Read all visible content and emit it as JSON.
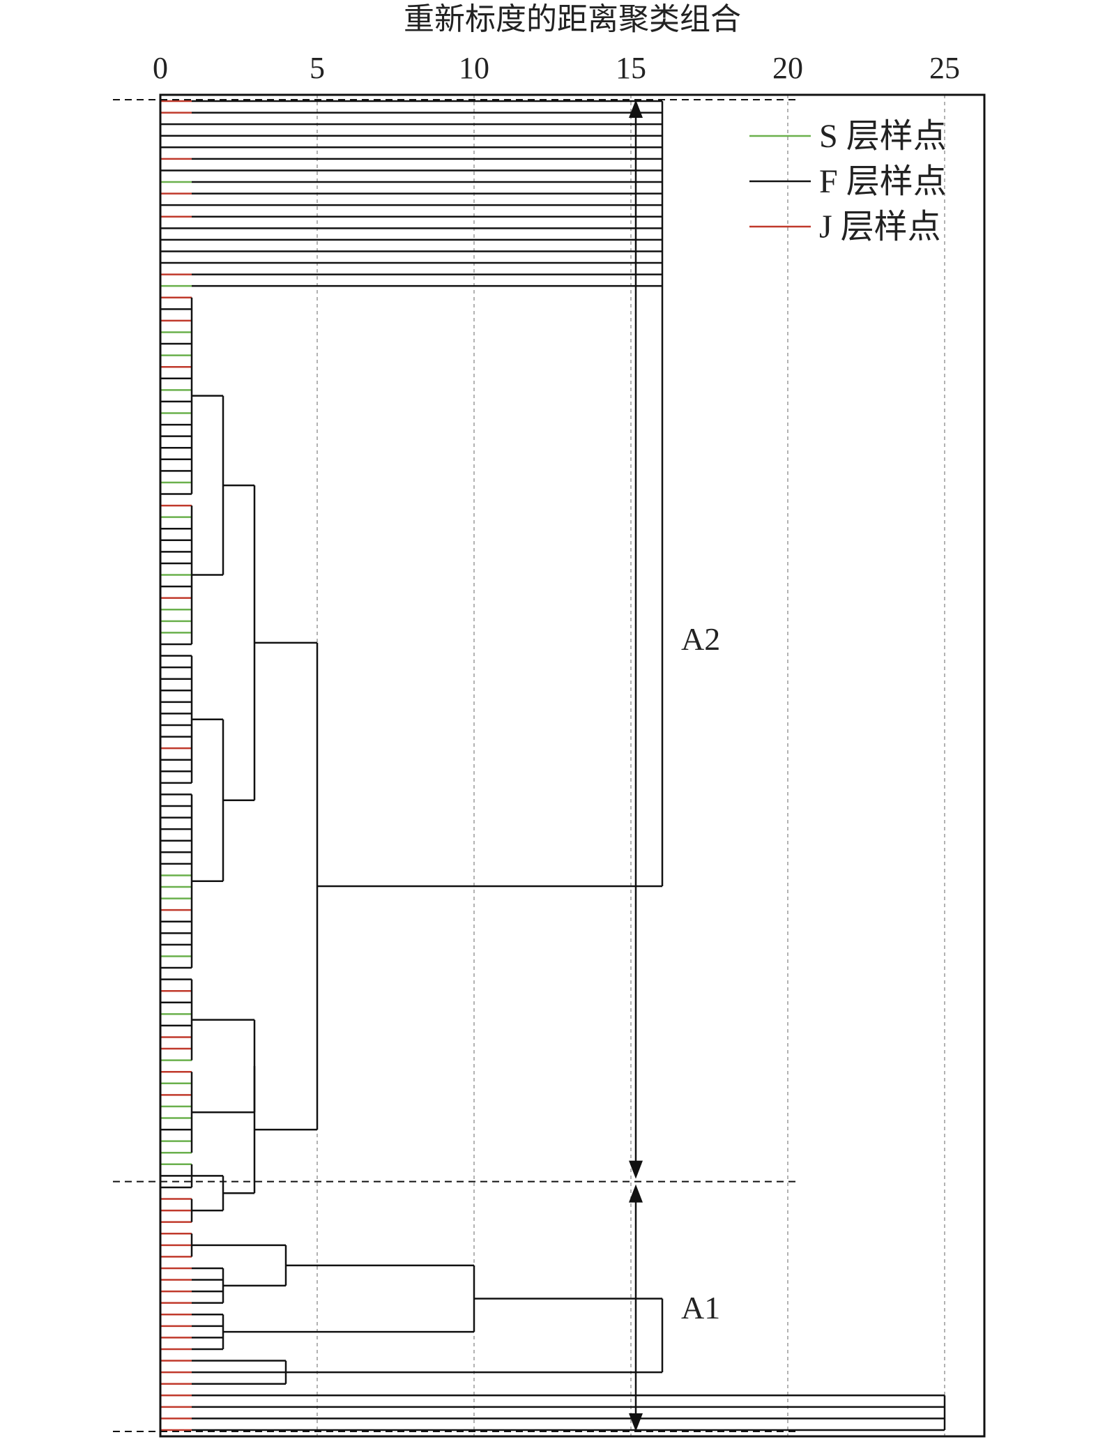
{
  "chart_data": {
    "type": "dendrogram",
    "title": "重新标度的距离聚类组合",
    "xlabel": "",
    "ylabel": "",
    "xlim": [
      0,
      25
    ],
    "x_ticks": [
      {
        "value": 0,
        "label": "0"
      },
      {
        "value": 5,
        "label": "5"
      },
      {
        "value": 10,
        "label": "10"
      },
      {
        "value": 15,
        "label": "15"
      },
      {
        "value": 20,
        "label": "20"
      },
      {
        "value": 25,
        "label": "25"
      }
    ],
    "grid": "vertical dashed at each tick",
    "legend_position": "top-right",
    "colors": {
      "S": "#6ab04c",
      "F": "#111111",
      "J": "#c0392b"
    },
    "legend": [
      {
        "key": "S",
        "label": "S 层样点",
        "color": "#6ab04c"
      },
      {
        "key": "F",
        "label": "F 层样点",
        "color": "#111111"
      },
      {
        "key": "J",
        "label": "J 层样点",
        "color": "#c0392b"
      }
    ],
    "groups": [
      {
        "label": "A2",
        "leaf_count": 94
      },
      {
        "label": "A1",
        "leaf_count": 22
      }
    ],
    "leaves": [
      "J",
      "J",
      "F",
      "F",
      "F",
      "J",
      "F",
      "S",
      "J",
      "F",
      "J",
      "F",
      "F",
      "F",
      "F",
      "J",
      "S",
      "J",
      "F",
      "J",
      "S",
      "F",
      "S",
      "J",
      "F",
      "S",
      "F",
      "S",
      "F",
      "F",
      "F",
      "F",
      "F",
      "S",
      "F",
      "J",
      "S",
      "F",
      "F",
      "F",
      "F",
      "S",
      "F",
      "J",
      "S",
      "S",
      "S",
      "F",
      "F",
      "F",
      "F",
      "F",
      "F",
      "F",
      "F",
      "F",
      "J",
      "F",
      "F",
      "F",
      "F",
      "F",
      "F",
      "F",
      "F",
      "F",
      "F",
      "S",
      "S",
      "S",
      "J",
      "F",
      "F",
      "F",
      "S",
      "F",
      "F",
      "J",
      "F",
      "S",
      "F",
      "J",
      "J",
      "S",
      "J",
      "S",
      "J",
      "S",
      "S",
      "F",
      "S",
      "S",
      "S",
      "F",
      "F",
      "J",
      "J",
      "J",
      "J",
      "J",
      "J",
      "J",
      "J",
      "J",
      "J",
      "J",
      "J",
      "J",
      "J",
      "J",
      "J",
      "J",
      "J",
      "J",
      "J",
      "J"
    ],
    "merges": [
      {
        "span": [
          17,
          34
        ],
        "height": 1.0
      },
      {
        "span": [
          35,
          47
        ],
        "height": 1.0
      },
      {
        "span": [
          17,
          47
        ],
        "height": 2.0
      },
      {
        "span": [
          48,
          59
        ],
        "height": 1.0
      },
      {
        "span": [
          60,
          75
        ],
        "height": 1.0
      },
      {
        "span": [
          48,
          75
        ],
        "height": 2.0
      },
      {
        "span": [
          17,
          75
        ],
        "height": 3.0
      },
      {
        "span": [
          76,
          83
        ],
        "height": 1.0
      },
      {
        "span": [
          84,
          91
        ],
        "height": 1.0
      },
      {
        "span": [
          76,
          91
        ],
        "height": 3.0
      },
      {
        "span": [
          92,
          94
        ],
        "height": 1.0
      },
      {
        "span": [
          95,
          97
        ],
        "height": 1.0
      },
      {
        "span": [
          92,
          97
        ],
        "height": 2.0
      },
      {
        "span": [
          76,
          97
        ],
        "height": 3.0
      },
      {
        "span": [
          17,
          97
        ],
        "height": 5.0
      },
      {
        "span": [
          0,
          97
        ],
        "height": 16.0
      },
      {
        "span": [
          98,
          100
        ],
        "height": 1.0
      },
      {
        "span": [
          101,
          104
        ],
        "height": 2.0
      },
      {
        "span": [
          98,
          104
        ],
        "height": 4.0
      },
      {
        "span": [
          105,
          108
        ],
        "height": 2.0
      },
      {
        "span": [
          98,
          108
        ],
        "height": 10.0
      },
      {
        "span": [
          109,
          111
        ],
        "height": 4.0
      },
      {
        "span": [
          98,
          111
        ],
        "height": 16.0
      },
      {
        "span": [
          112,
          115
        ],
        "height": 25.0
      }
    ]
  }
}
